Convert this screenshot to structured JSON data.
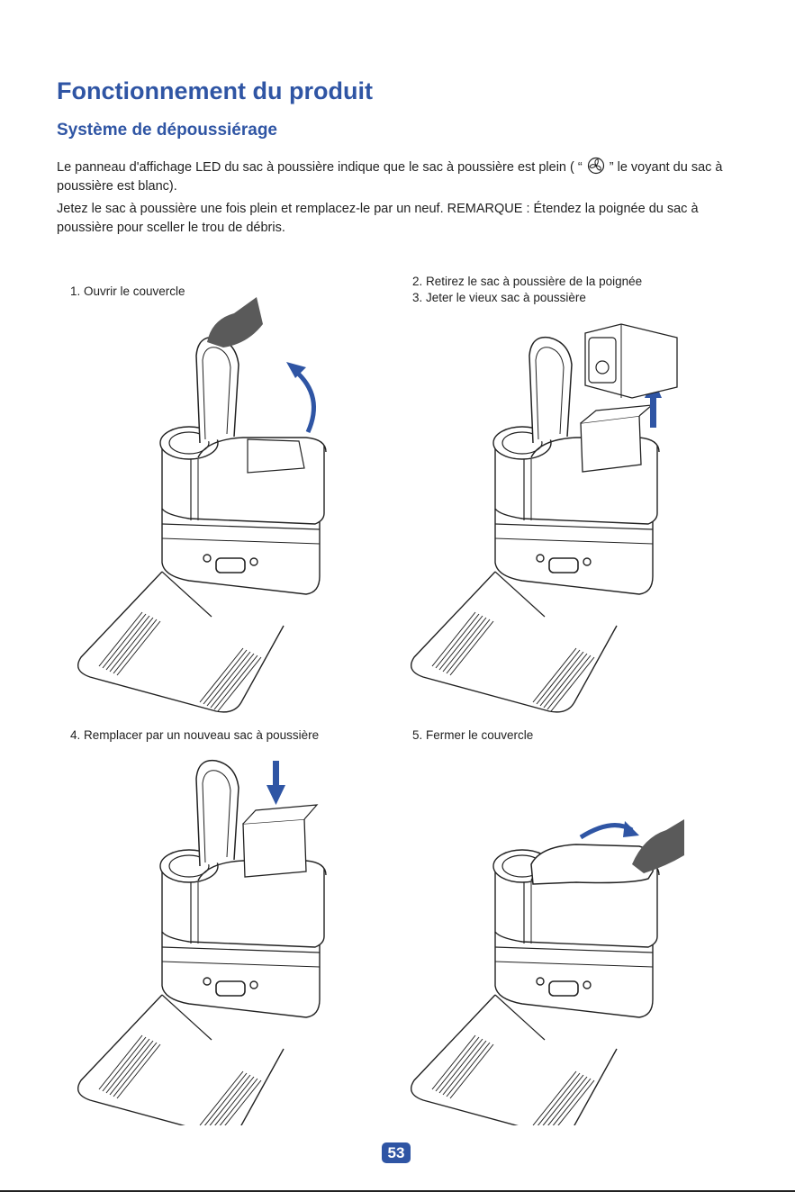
{
  "page": {
    "title": "Fonctionnement du produit",
    "subtitle": "Système de dépoussiérage",
    "para1_a": "Le panneau d'affichage LED du sac à poussière indique que le sac à poussière est plein (  “",
    "para1_icon": "fan-icon",
    "para1_b": "”  le voyant du sac à poussière est blanc).",
    "para2": "Jetez le sac à poussière une fois plein et remplacez-le par un neuf. REMARQUE : Étendez la poignée du sac à poussière pour sceller le trou de débris.",
    "page_number": "53"
  },
  "steps": [
    {
      "label": "1. Ouvrir le couvercle"
    },
    {
      "label": "2. Retirez le sac à poussière de la poignée"
    },
    {
      "label": "3. Jeter le vieux sac à poussière"
    },
    {
      "label": "4. Remplacer par un nouveau sac à poussière"
    },
    {
      "label": "5. Fermer le couvercle"
    }
  ],
  "colors": {
    "accent": "#2f55a4",
    "hand": "#5a5a5a"
  }
}
